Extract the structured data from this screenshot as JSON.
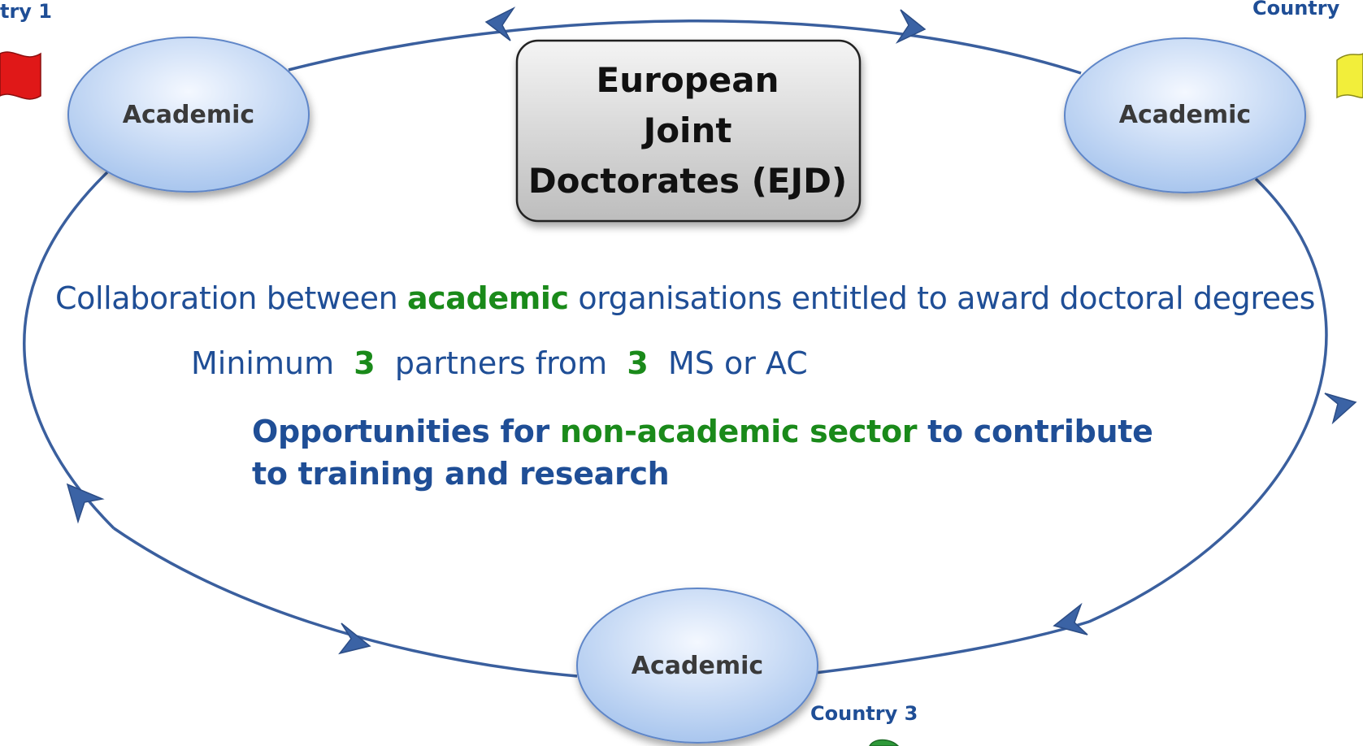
{
  "diagram": {
    "center_box": {
      "lines": [
        "European",
        "Joint",
        "Doctorates (EJD)"
      ]
    },
    "nodes": [
      {
        "label": "Academic"
      },
      {
        "label": "Academic"
      },
      {
        "label": "Academic"
      }
    ],
    "countries": [
      {
        "label": "try 1"
      },
      {
        "label": "Country"
      },
      {
        "label": "Country 3"
      }
    ],
    "text": {
      "line1": {
        "pre": "Collaboration between ",
        "highlight": "academic",
        "post": " organisations entitled to award doctoral degrees"
      },
      "line2": {
        "pre": "Minimum  ",
        "num1": "3",
        "mid": "  partners from  ",
        "num2": "3",
        "post": "  MS or AC"
      },
      "line3": {
        "pre": "Opportunities for ",
        "highlight": "non-academic sector",
        "post": " to contribute",
        "second": "to training and research"
      }
    },
    "colors": {
      "text_blue": "#1f4e96",
      "highlight_green": "#1a8a1a",
      "ellipse_fill": "#c9dcf5",
      "arrow_blue": "#3a5f9e",
      "flag_red": "#e01818",
      "flag_yellow": "#f2ee3a"
    }
  }
}
